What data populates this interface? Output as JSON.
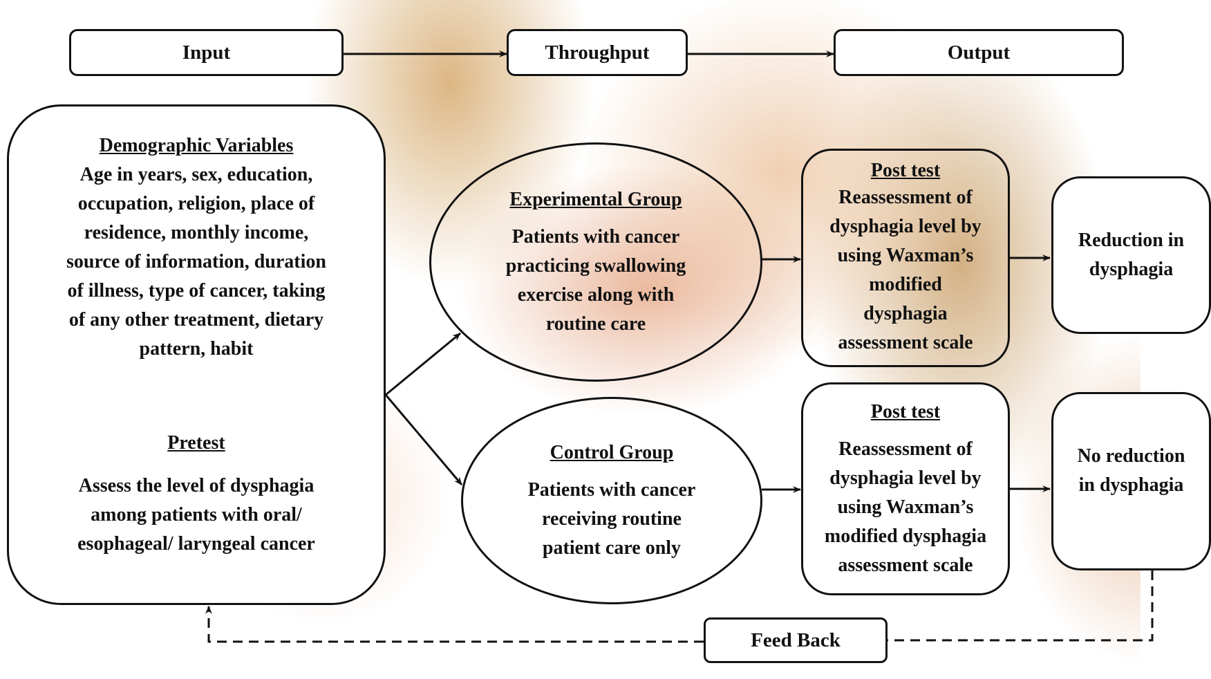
{
  "stages": {
    "input": "Input",
    "throughput": "Throughput",
    "output": "Output"
  },
  "input_box": {
    "demographic_title": "Demographic Variables",
    "demographic_lines": [
      "Age in years, sex, education,",
      "occupation, religion, place of",
      "residence, monthly income,",
      "source of information, duration",
      "of illness, type of cancer, taking",
      "of any other treatment, dietary",
      "pattern, habit"
    ],
    "pretest_title": "Pretest",
    "pretest_lines": [
      "Assess the level of dysphagia",
      "among patients with oral/",
      "esophageal/ laryngeal cancer"
    ]
  },
  "experimental": {
    "title": "Experimental Group",
    "lines": [
      "Patients with cancer",
      "practicing swallowing",
      "exercise along with",
      "routine care"
    ]
  },
  "control": {
    "title": "Control Group",
    "lines": [
      "Patients with cancer",
      "receiving routine",
      "patient care only"
    ]
  },
  "posttest_1": {
    "title": "Post test",
    "lines": [
      "Reassessment of",
      "dysphagia level by",
      "using Waxman’s",
      "modified",
      "dysphagia",
      "assessment scale"
    ]
  },
  "posttest_2": {
    "title": "Post test",
    "lines": [
      "Reassessment of",
      "dysphagia level by",
      "using Waxman’s",
      "modified dysphagia",
      "assessment scale"
    ]
  },
  "result_1": {
    "lines": [
      "Reduction in",
      "dysphagia"
    ]
  },
  "result_2": {
    "lines": [
      "No reduction",
      "in dysphagia"
    ]
  },
  "feedback": "Feed Back"
}
